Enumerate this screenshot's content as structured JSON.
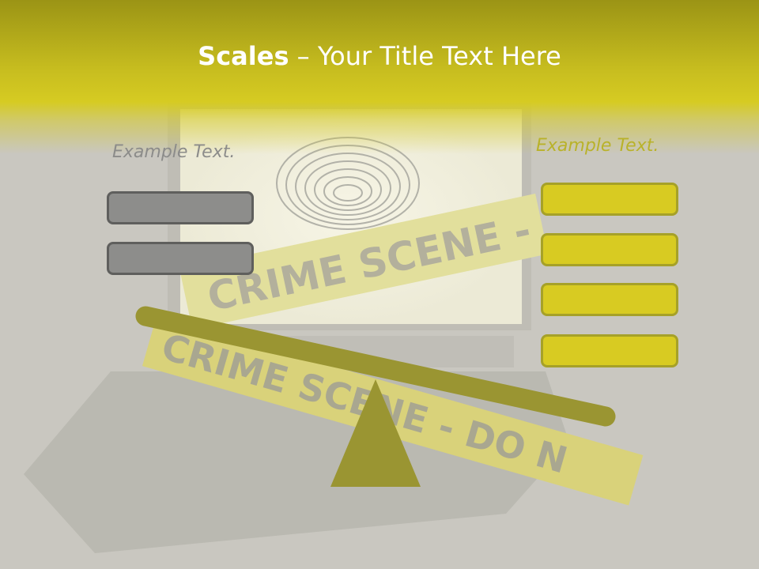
{
  "title": {
    "bold": "Scales",
    "rest": " – Your Title Text Here"
  },
  "left_column": {
    "heading": "Example Text.",
    "box_count": 2
  },
  "right_column": {
    "heading": "Example Text.",
    "box_count": 4
  },
  "background": {
    "tape_text_upper": "CRIME SCENE -",
    "tape_text_lower": "CRIME SCENE - DO N"
  },
  "colors": {
    "accent_yellow": "#d8cb22",
    "header_olive": "#9b9415",
    "scale_olive": "#9a9532",
    "box_gray": "#8d8d8b",
    "background_gray": "#c9c7c0"
  }
}
